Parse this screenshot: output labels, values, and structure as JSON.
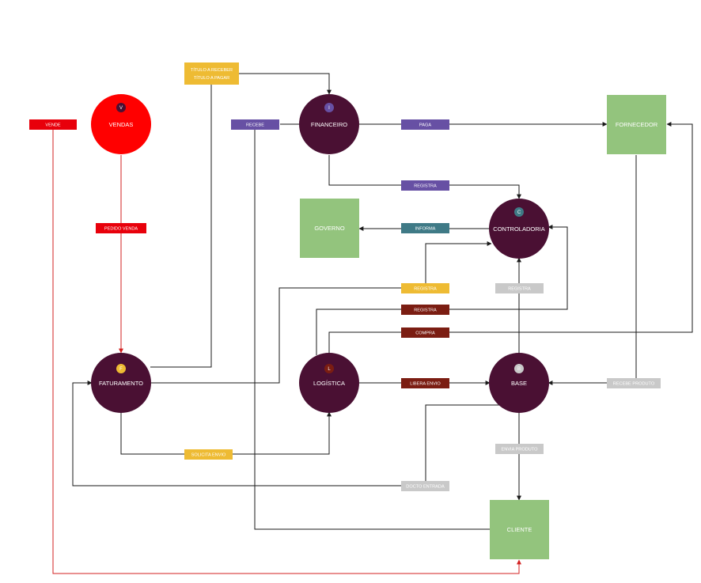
{
  "colors": {
    "process": "#4a1033",
    "vendas": "#ff0000",
    "entity": "#93c47d",
    "red": "#e8000b",
    "purple": "#6750a4",
    "yellow": "#eebb33",
    "teal": "#3f7a86",
    "maroon": "#7b1d12",
    "gray": "#c9c9c9",
    "line": "#1a1a1a",
    "red_line": "#d32020"
  },
  "nodes": {
    "vendas": {
      "label": "VENDAS",
      "badge": "V"
    },
    "financeiro": {
      "label": "FINANCEIRO",
      "badge": "I"
    },
    "controladoria": {
      "label": "CONTROLADORIA",
      "badge": "C"
    },
    "faturamento": {
      "label": "FATURAMENTO",
      "badge": "F"
    },
    "logistica": {
      "label": "LOGÍSTICA",
      "badge": "L"
    },
    "base": {
      "label": "BASE",
      "badge": "B"
    }
  },
  "entities": {
    "fornecedor": "FORNECEDOR",
    "governo": "GOVERNO",
    "cliente": "CLIENTE"
  },
  "tags": {
    "vende": "VENDE",
    "titulo_receber": "TÍTULO A RECEBER",
    "titulo_pagar": "TÍTULO A PAGAR",
    "recebe": "RECEBE",
    "paga": "PAGA",
    "pedido_venda": "PEDIDO VENDA",
    "registra_fin": "REGISTRA",
    "informa": "INFORMA",
    "registra_yellow": "REGISTRA",
    "registra_gray": "REGISTRA",
    "registra_maroon": "REGISTRA",
    "compra": "COMPRA",
    "libera_envio": "LIBERA ENVIO",
    "recebe_produto": "RECEBE PRODUTO",
    "solicita_envio": "SOLICITA ENVIO",
    "envia_produto": "ENVIA PRODUTO",
    "docto_entrada": "DOCTO ENTRADA"
  }
}
